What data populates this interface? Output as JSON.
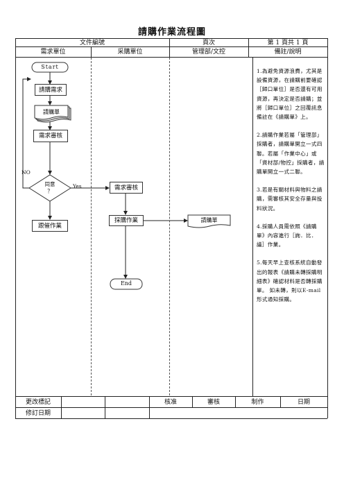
{
  "title": "請購作業流程圖",
  "header": {
    "doc_no_label": "文件編號",
    "page_label": "頁次",
    "page_value": "第 1 頁共 1 頁",
    "col_requester": "需求單位",
    "col_purchasing": "采購單位",
    "col_admin": "管理部/文控",
    "col_notes": "備註/說明"
  },
  "flow": {
    "start": "Start",
    "request": "請購需求",
    "requisition_doc": "請購單",
    "demand_review": "需求審核",
    "decision": "同意\n？",
    "no_label": "NO",
    "yes_label": "Yes",
    "follow_up": "跟催作業",
    "purchase_review": "需求審核",
    "purchase_op": "採購作業",
    "requisition_doc2": "請購單",
    "end": "End"
  },
  "notes": [
    "1.為避免資源浪費，尤其是設備資源，在請購前要確認［歸口單位］是否還有可用資源，再決定是否請購；並將［歸口單位］之回覆訊息備註在《請購單》上。",
    "2.請購作業若屬「管理部」採購者，請購單開立一式四聯。若屬「作業中心」或「資材部/物控」採購者，請購單開立一式二聯。",
    "3.若是有關材料與物料之請購，需審核其安全存量與投料狀況。",
    "4.採購人員需依照《請購單》內容進行［詢．比．議］作業。",
    "5.每天早上查核系統自動發出的報表《請購未轉採購明細表》確認材料是否轉採購單。 如未轉，則以E-mail形式通知採購。"
  ],
  "footer": {
    "change_mark": "更改標記",
    "approve": "核准",
    "review": "審核",
    "prepare": "制作",
    "date": "日期",
    "revision_date": "修訂日期"
  }
}
